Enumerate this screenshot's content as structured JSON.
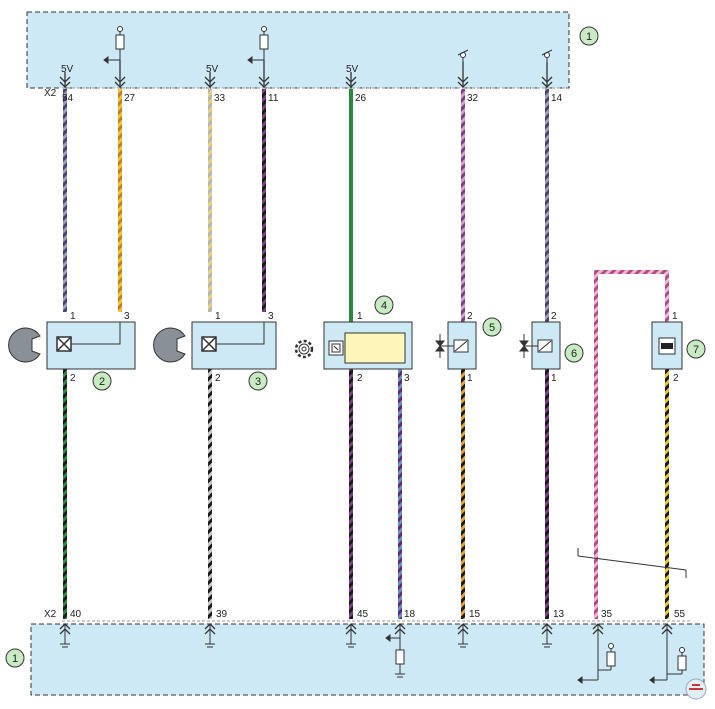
{
  "colors": {
    "ecu_fill": "#cde9f6",
    "component_fill": "#cde9f6",
    "callout_fill": "#c9ebc4",
    "line": "#333333"
  },
  "ecu": {
    "id": "1",
    "connector": "X2"
  },
  "top_pins": [
    {
      "num": "54",
      "voltage": "5V",
      "wire": "grey-violet"
    },
    {
      "num": "27",
      "voltage": "",
      "wire": "orange-yellow"
    },
    {
      "num": "33",
      "voltage": "5V",
      "wire": "yellow-grey"
    },
    {
      "num": "11",
      "voltage": "",
      "wire": "violet-black"
    },
    {
      "num": "26",
      "voltage": "5V",
      "wire": "green"
    },
    {
      "num": "32",
      "voltage": "",
      "wire": "violet-pink"
    },
    {
      "num": "14",
      "voltage": "",
      "wire": "grey-violet"
    }
  ],
  "bottom_pins": [
    {
      "num": "40",
      "wire": "green-black"
    },
    {
      "num": "39",
      "wire": "grey-black"
    },
    {
      "num": "45",
      "wire": "violet-black"
    },
    {
      "num": "18",
      "wire": "blue-violet"
    },
    {
      "num": "15",
      "wire": "orange-black"
    },
    {
      "num": "13",
      "wire": "violet-black"
    },
    {
      "num": "35",
      "wire": "pink-violet"
    },
    {
      "num": "55",
      "wire": "yellow-black"
    }
  ],
  "components": [
    {
      "id": "2",
      "pins": [
        "1",
        "3",
        "2"
      ]
    },
    {
      "id": "3",
      "pins": [
        "1",
        "3",
        "2"
      ]
    },
    {
      "id": "4",
      "pins": [
        "1",
        "2",
        "3"
      ]
    },
    {
      "id": "5",
      "pins": [
        "2",
        "1"
      ]
    },
    {
      "id": "6",
      "pins": [
        "2",
        "1"
      ]
    },
    {
      "id": "7",
      "pins": [
        "1",
        "2"
      ]
    }
  ],
  "ecu_bottom": {
    "id": "1",
    "connector": "X2"
  },
  "icons": [
    "sensor-disc-icon",
    "gear-icon",
    "valve-icon",
    "resistor-icon",
    "ground-icon",
    "magnet-icon",
    "watermark-logo-icon"
  ]
}
